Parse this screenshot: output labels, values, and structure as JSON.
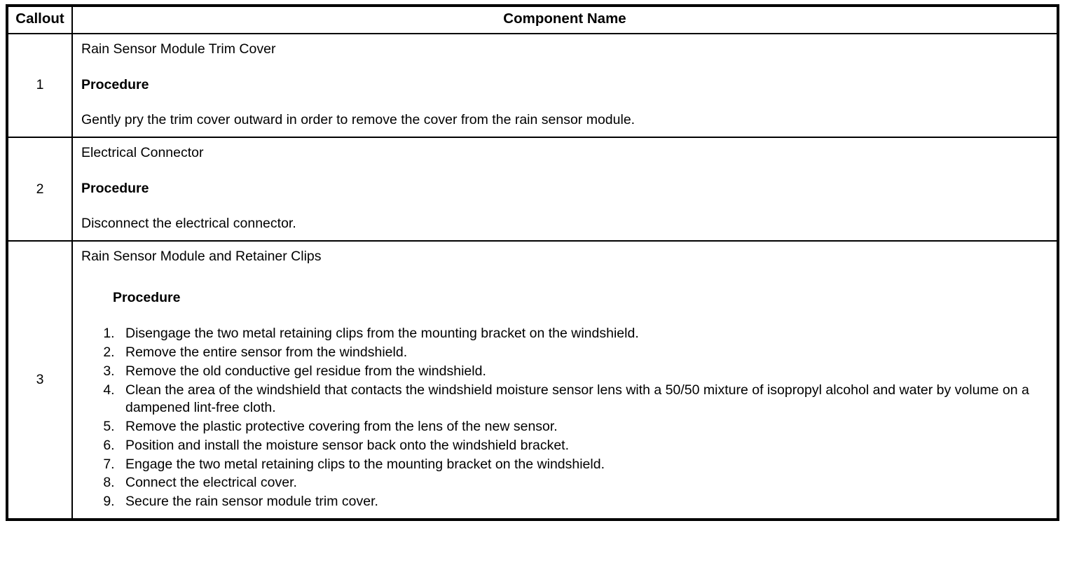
{
  "table": {
    "columns": [
      {
        "id": "callout",
        "header": "Callout"
      },
      {
        "id": "component",
        "header": "Component Name"
      }
    ],
    "rows": [
      {
        "callout": "1",
        "title": "Rain Sensor Module Trim Cover",
        "procedure_label": "Procedure",
        "procedure_text": "Gently pry the trim cover outward in order to remove the cover from the rain sensor module.",
        "steps": []
      },
      {
        "callout": "2",
        "title": "Electrical Connector",
        "procedure_label": "Procedure",
        "procedure_text": "Disconnect the electrical connector.",
        "steps": []
      },
      {
        "callout": "3",
        "title": "Rain Sensor Module and Retainer Clips",
        "procedure_label": "Procedure",
        "procedure_text": "",
        "steps": [
          "Disengage the two metal retaining clips from the mounting bracket on the windshield.",
          "Remove the entire sensor from the windshield.",
          "Remove the old conductive gel residue from the windshield.",
          "Clean the area of the windshield that contacts the windshield moisture sensor lens with a 50/50 mixture of isopropyl alcohol and water by volume on a dampened lint-free cloth.",
          "Remove the plastic protective covering from the lens of the new sensor.",
          "Position and install the moisture sensor back onto the windshield bracket.",
          "Engage the two metal retaining clips to the mounting bracket on the windshield.",
          "Connect the electrical cover.",
          "Secure the rain sensor module trim cover."
        ]
      }
    ]
  },
  "colors": {
    "border": "#000000",
    "text": "#000000",
    "background": "#ffffff"
  }
}
